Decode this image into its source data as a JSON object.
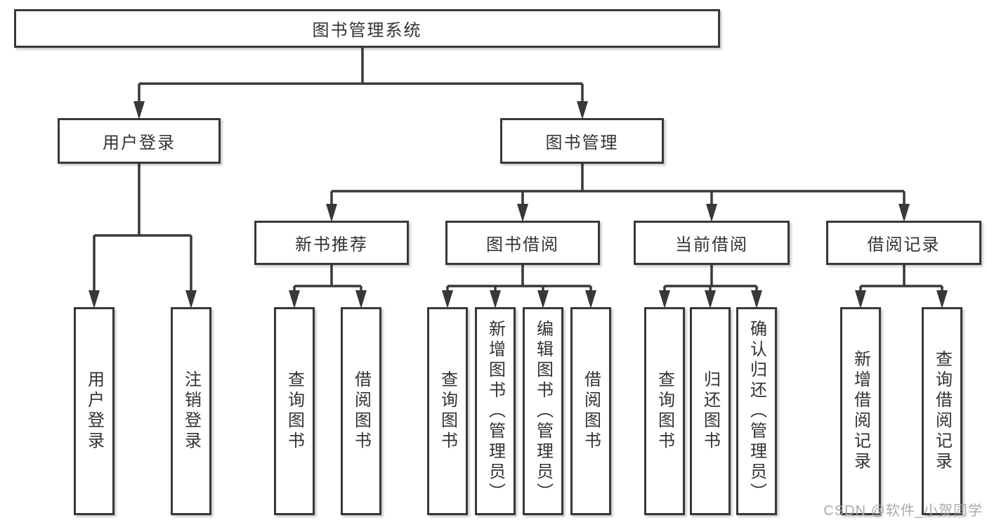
{
  "diagram": {
    "root_label": "图书管理系统",
    "level2": [
      {
        "label": "用户登录",
        "leaves": [
          "用户登录",
          "注销登录"
        ]
      },
      {
        "label": "图书管理",
        "sections": [
          {
            "label": "新书推荐",
            "leaves": [
              "查询图书",
              "借阅图书"
            ]
          },
          {
            "label": "图书借阅",
            "leaves": [
              "查询图书",
              "新增图书（管理员）",
              "编辑图书（管理员）",
              "借阅图书"
            ]
          },
          {
            "label": "当前借阅",
            "leaves": [
              "查询图书",
              "归还图书",
              "确认归还（管理员）"
            ]
          },
          {
            "label": "借阅记录",
            "leaves": [
              "新增借阅记录",
              "查询借阅记录"
            ]
          }
        ]
      }
    ]
  },
  "watermark": {
    "text": "CSDN @软件_小贺同学",
    "color": "#a6a6a6"
  },
  "colors": {
    "line": "#383838",
    "text": "#333333",
    "background": "#ffffff"
  }
}
